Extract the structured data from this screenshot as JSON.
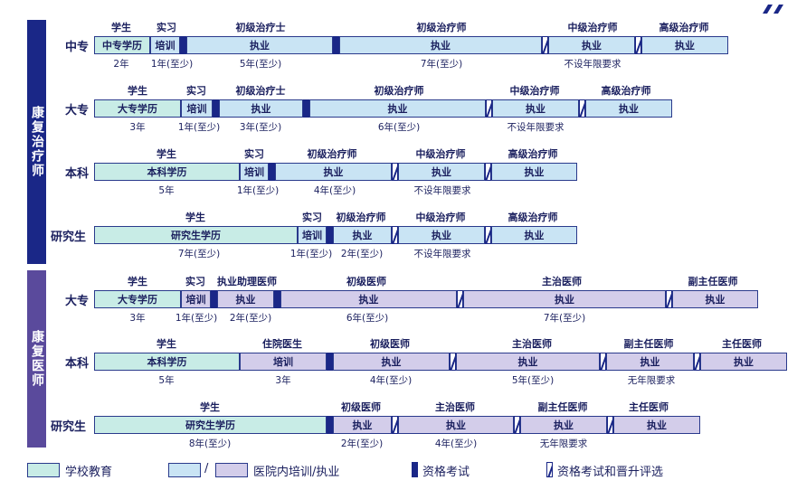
{
  "groups": {
    "therapist": {
      "title": "康复治疗师",
      "color": "#1a2787"
    },
    "physician": {
      "title": "康复医师",
      "color": "#5a4a9c"
    }
  },
  "rows": {
    "t1": {
      "label": "中专",
      "tops": [
        "学生",
        "实习",
        "初级治疗士",
        "初级治疗师",
        "中级治疗师",
        "高级治疗师"
      ],
      "segs": [
        "中专学历",
        "培训",
        "执业",
        "执业",
        "执业",
        "执业"
      ],
      "durs": [
        "2年",
        "1年(至少)",
        "5年(至少)",
        "7年(至少)",
        "不设年限要求"
      ]
    },
    "t2": {
      "label": "大专",
      "tops": [
        "学生",
        "实习",
        "初级治疗士",
        "初级治疗师",
        "中级治疗师",
        "高级治疗师"
      ],
      "segs": [
        "大专学历",
        "培训",
        "执业",
        "执业",
        "执业",
        "执业"
      ],
      "durs": [
        "3年",
        "1年(至少)",
        "3年(至少)",
        "6年(至少)",
        "不设年限要求"
      ]
    },
    "t3": {
      "label": "本科",
      "tops": [
        "学生",
        "实习",
        "初级治疗师",
        "中级治疗师",
        "高级治疗师"
      ],
      "segs": [
        "本科学历",
        "培训",
        "执业",
        "执业",
        "执业"
      ],
      "durs": [
        "5年",
        "1年(至少)",
        "4年(至少)",
        "不设年限要求"
      ]
    },
    "t4": {
      "label": "研究生",
      "tops": [
        "学生",
        "实习",
        "初级治疗师",
        "中级治疗师",
        "高级治疗师"
      ],
      "segs": [
        "研究生学历",
        "培训",
        "执业",
        "执业",
        "执业"
      ],
      "durs": [
        "7年(至少)",
        "1年(至少)",
        "2年(至少)",
        "不设年限要求"
      ]
    },
    "p1": {
      "label": "大专",
      "tops": [
        "学生",
        "实习",
        "执业助理医师",
        "初级医师",
        "主治医师",
        "副主任医师"
      ],
      "segs": [
        "大专学历",
        "培训",
        "执业",
        "执业",
        "执业",
        "执业"
      ],
      "durs": [
        "3年",
        "1年(至少)",
        "2年(至少)",
        "6年(至少)",
        "7年(至少)"
      ]
    },
    "p2": {
      "label": "本科",
      "tops": [
        "学生",
        "住院医生",
        "初级医师",
        "主治医师",
        "副主任医师",
        "主任医师"
      ],
      "segs": [
        "本科学历",
        "培训",
        "执业",
        "执业",
        "执业",
        "执业"
      ],
      "durs": [
        "5年",
        "3年",
        "4年(至少)",
        "5年(至少)",
        "无年限要求"
      ]
    },
    "p3": {
      "label": "研究生",
      "tops": [
        "学生",
        "初级医师",
        "主治医师",
        "副主任医师",
        "主任医师"
      ],
      "segs": [
        "研究生学历",
        "执业",
        "执业",
        "执业",
        "执业"
      ],
      "durs": [
        "8年(至少)",
        "2年(至少)",
        "4年(至少)",
        "无年限要求"
      ]
    }
  },
  "legend": {
    "school": "学校教育",
    "slash": "/",
    "hospital": "医院内培训/执业",
    "exam": "资格考试",
    "promo": "资格考试和晋升评选"
  },
  "colors": {
    "school": "#c8ece6",
    "therapist_practice": "#c9e4f4",
    "physician_practice": "#d3cdea",
    "exam": "#1a2787",
    "frame": "#2a3a8c"
  }
}
